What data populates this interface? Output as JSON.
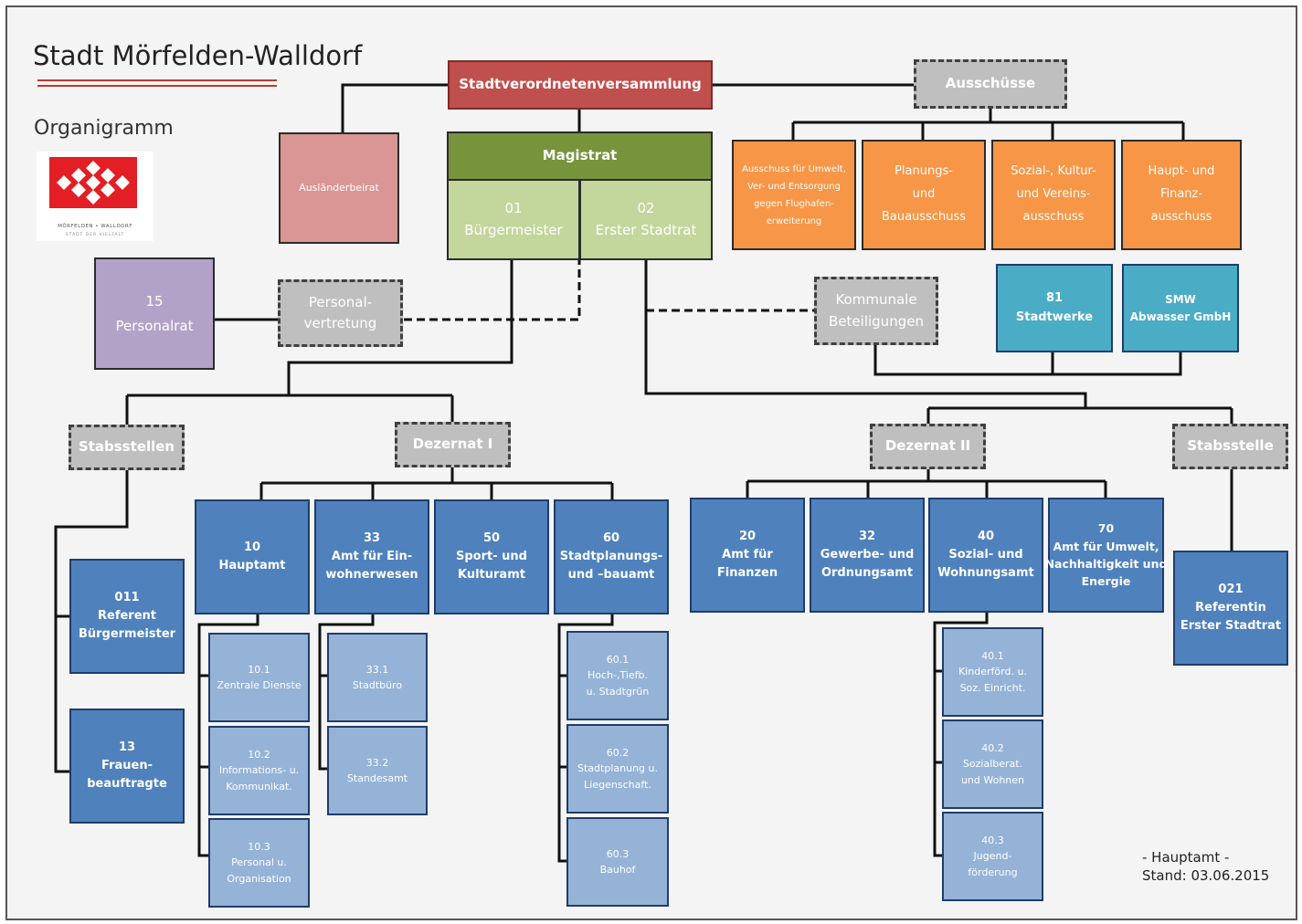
{
  "header": {
    "title": "Stadt Mörfelden-Walldorf",
    "subtitle": "Organigramm"
  },
  "logo": {
    "name": "MÖRFELDEN • WALLDORF",
    "tagline": "STADT DER VIELFALT"
  },
  "council": {
    "label": "Stadtverordnetenversammlung"
  },
  "auslaenderbeirat": {
    "label": "Ausländerbeirat"
  },
  "ausschuesse": {
    "label": "Ausschüsse"
  },
  "magistrat": {
    "label": "Magistrat",
    "buergermeister": {
      "line1": "01",
      "line2": "Bürgermeister"
    },
    "stadtrat": {
      "line1": "02",
      "line2": "Erster Stadtrat"
    }
  },
  "committees": [
    {
      "lines": [
        "Ausschuss für Umwelt,",
        "Ver- und Entsorgung",
        "gegen Flughafen-",
        "erweiterung"
      ]
    },
    {
      "lines": [
        "Planungs-",
        "und",
        "Bauausschuss"
      ]
    },
    {
      "lines": [
        "Sozial-, Kultur-",
        "und Vereins-",
        "ausschuss"
      ]
    },
    {
      "lines": [
        "Haupt- und",
        "Finanz-",
        "ausschuss"
      ]
    }
  ],
  "companies": [
    {
      "lines": [
        "81",
        "Stadtwerke"
      ]
    },
    {
      "lines": [
        "SMW",
        "Abwasser GmbH"
      ]
    }
  ],
  "personalrat": {
    "lines": [
      "15",
      "Personalrat"
    ]
  },
  "personalvertretung": {
    "lines": [
      "Personal-",
      "vertretung"
    ]
  },
  "kommunale": {
    "lines": [
      "Kommunale",
      "Beteiligungen"
    ]
  },
  "stabsstellen_left": {
    "label": "Stabsstellen"
  },
  "dezernat1": {
    "label": "Dezernat I"
  },
  "dezernat2": {
    "label": "Dezernat II"
  },
  "stabsstelle_right": {
    "label": "Stabsstelle"
  },
  "staff_left": [
    {
      "lines": [
        "011",
        "Referent",
        "Bürgermeister"
      ]
    },
    {
      "lines": [
        "13",
        "Frauen-",
        "beauftragte"
      ]
    }
  ],
  "staff_right": {
    "lines": [
      "021",
      "Referentin",
      "Erster Stadtrat"
    ]
  },
  "dez1_units": [
    {
      "lines": [
        "10",
        "Hauptamt"
      ]
    },
    {
      "lines": [
        "33",
        "Amt für Ein-",
        "wohnerwesen"
      ]
    },
    {
      "lines": [
        "50",
        "Sport- und",
        "Kulturamt"
      ]
    },
    {
      "lines": [
        "60",
        "Stadtplanungs-",
        "und –bauamt"
      ]
    }
  ],
  "dez2_units": [
    {
      "lines": [
        "20",
        "Amt für",
        "Finanzen"
      ]
    },
    {
      "lines": [
        "32",
        "Gewerbe- und",
        "Ordnungsamt"
      ]
    },
    {
      "lines": [
        "40",
        "Sozial- und",
        "Wohnungsamt"
      ]
    },
    {
      "lines": [
        "70",
        "Amt für Umwelt,",
        "Nachhaltigkeit und",
        "Energie"
      ]
    }
  ],
  "sub_10": [
    {
      "lines": [
        "10.1",
        "Zentrale Dienste"
      ]
    },
    {
      "lines": [
        "10.2",
        "Informations- u.",
        "Kommunikat."
      ]
    },
    {
      "lines": [
        "10.3",
        "Personal u.",
        "Organisation"
      ]
    }
  ],
  "sub_33": [
    {
      "lines": [
        "33.1",
        "Stadtbüro"
      ]
    },
    {
      "lines": [
        "33.2",
        "Standesamt"
      ]
    }
  ],
  "sub_60": [
    {
      "lines": [
        "60.1",
        "Hoch-,Tiefb.",
        "u. Stadtgrün"
      ]
    },
    {
      "lines": [
        "60.2",
        "Stadtplanung u.",
        "Liegenschaft."
      ]
    },
    {
      "lines": [
        "60.3",
        "Bauhof"
      ]
    }
  ],
  "sub_40": [
    {
      "lines": [
        "40.1",
        "Kinderförd. u.",
        "Soz. Einricht."
      ]
    },
    {
      "lines": [
        "40.2",
        "Sozialberat.",
        "und Wohnen"
      ]
    },
    {
      "lines": [
        "40.3",
        "Jugend-",
        "förderung"
      ]
    }
  ],
  "footer": {
    "line1": "- Hauptamt -",
    "line2": "Stand: 03.06.2015"
  },
  "colors": {
    "council": "#c0504d",
    "auslaenderbeirat": "#d99694",
    "magistrat": "#77933c",
    "magistrat_light": "#c3d69b",
    "committee": "#f79646",
    "company": "#4bacc6",
    "unit": "#4f81bd",
    "subunit": "#95b3d7",
    "personalrat": "#b3a2c7",
    "dashed": "#bfbfbf"
  }
}
